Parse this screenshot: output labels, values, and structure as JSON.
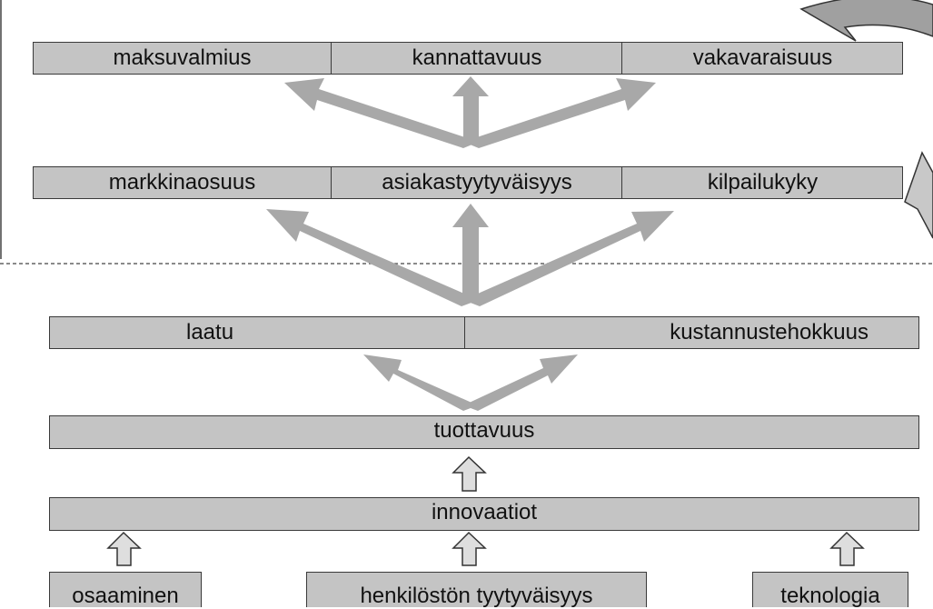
{
  "diagram": {
    "row1": [
      "maksuvalmius",
      "kannattavuus",
      "vakavaraisuus"
    ],
    "row2": [
      "markkinaosuus",
      "asiakastyytyväisyys",
      "kilpailukyky"
    ],
    "row3": [
      "laatu",
      "kustannustehokkuus"
    ],
    "row4": "tuottavuus",
    "row5": "innovaatiot",
    "bottom": [
      "osaaminen",
      "henkilöstön tyytyväisyys",
      "teknologia"
    ]
  },
  "colors": {
    "box_fill": "#c4c4c4",
    "arrow_fill": "#a8a8a8",
    "outline": "#3a3a3a",
    "text": "#111111"
  }
}
